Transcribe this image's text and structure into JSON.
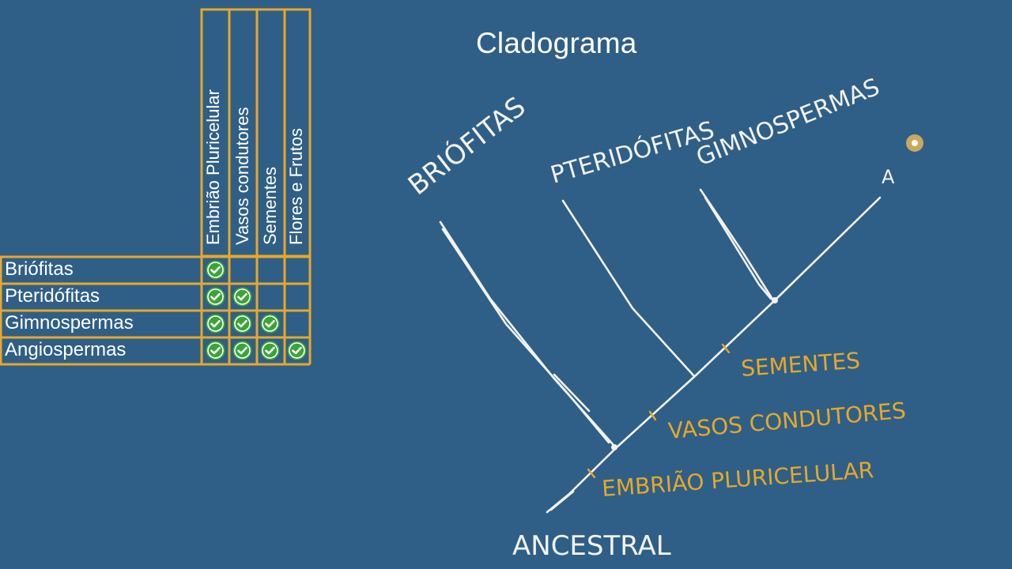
{
  "title": "Cladograma",
  "table": {
    "columns": [
      "Embrião Pluricelular",
      "Vasos condutores",
      "Sementes",
      "Flores e Frutos"
    ],
    "rows": [
      {
        "label": "Briófitas",
        "checks": [
          true,
          false,
          false,
          false
        ]
      },
      {
        "label": "Pteridófitas",
        "checks": [
          true,
          true,
          false,
          false
        ]
      },
      {
        "label": "Gimnospermas",
        "checks": [
          true,
          true,
          true,
          false
        ]
      },
      {
        "label": "Angiospermas",
        "checks": [
          true,
          true,
          true,
          true
        ]
      }
    ],
    "grid_color": "#e8a72a",
    "check_color": "#3aa535"
  },
  "cladogram": {
    "root_label": "ANCESTRAL",
    "taxa": [
      "BRIÓFITAS",
      "PTERIDÓFITAS",
      "GIMNOSPERMAS",
      "A"
    ],
    "traits": [
      "EMBRIÃO PLURICELULAR",
      "VASOS CONDUTORES",
      "SEMENTES"
    ],
    "line_color": "#f2f2f2",
    "trait_color": "#e6a82a"
  }
}
